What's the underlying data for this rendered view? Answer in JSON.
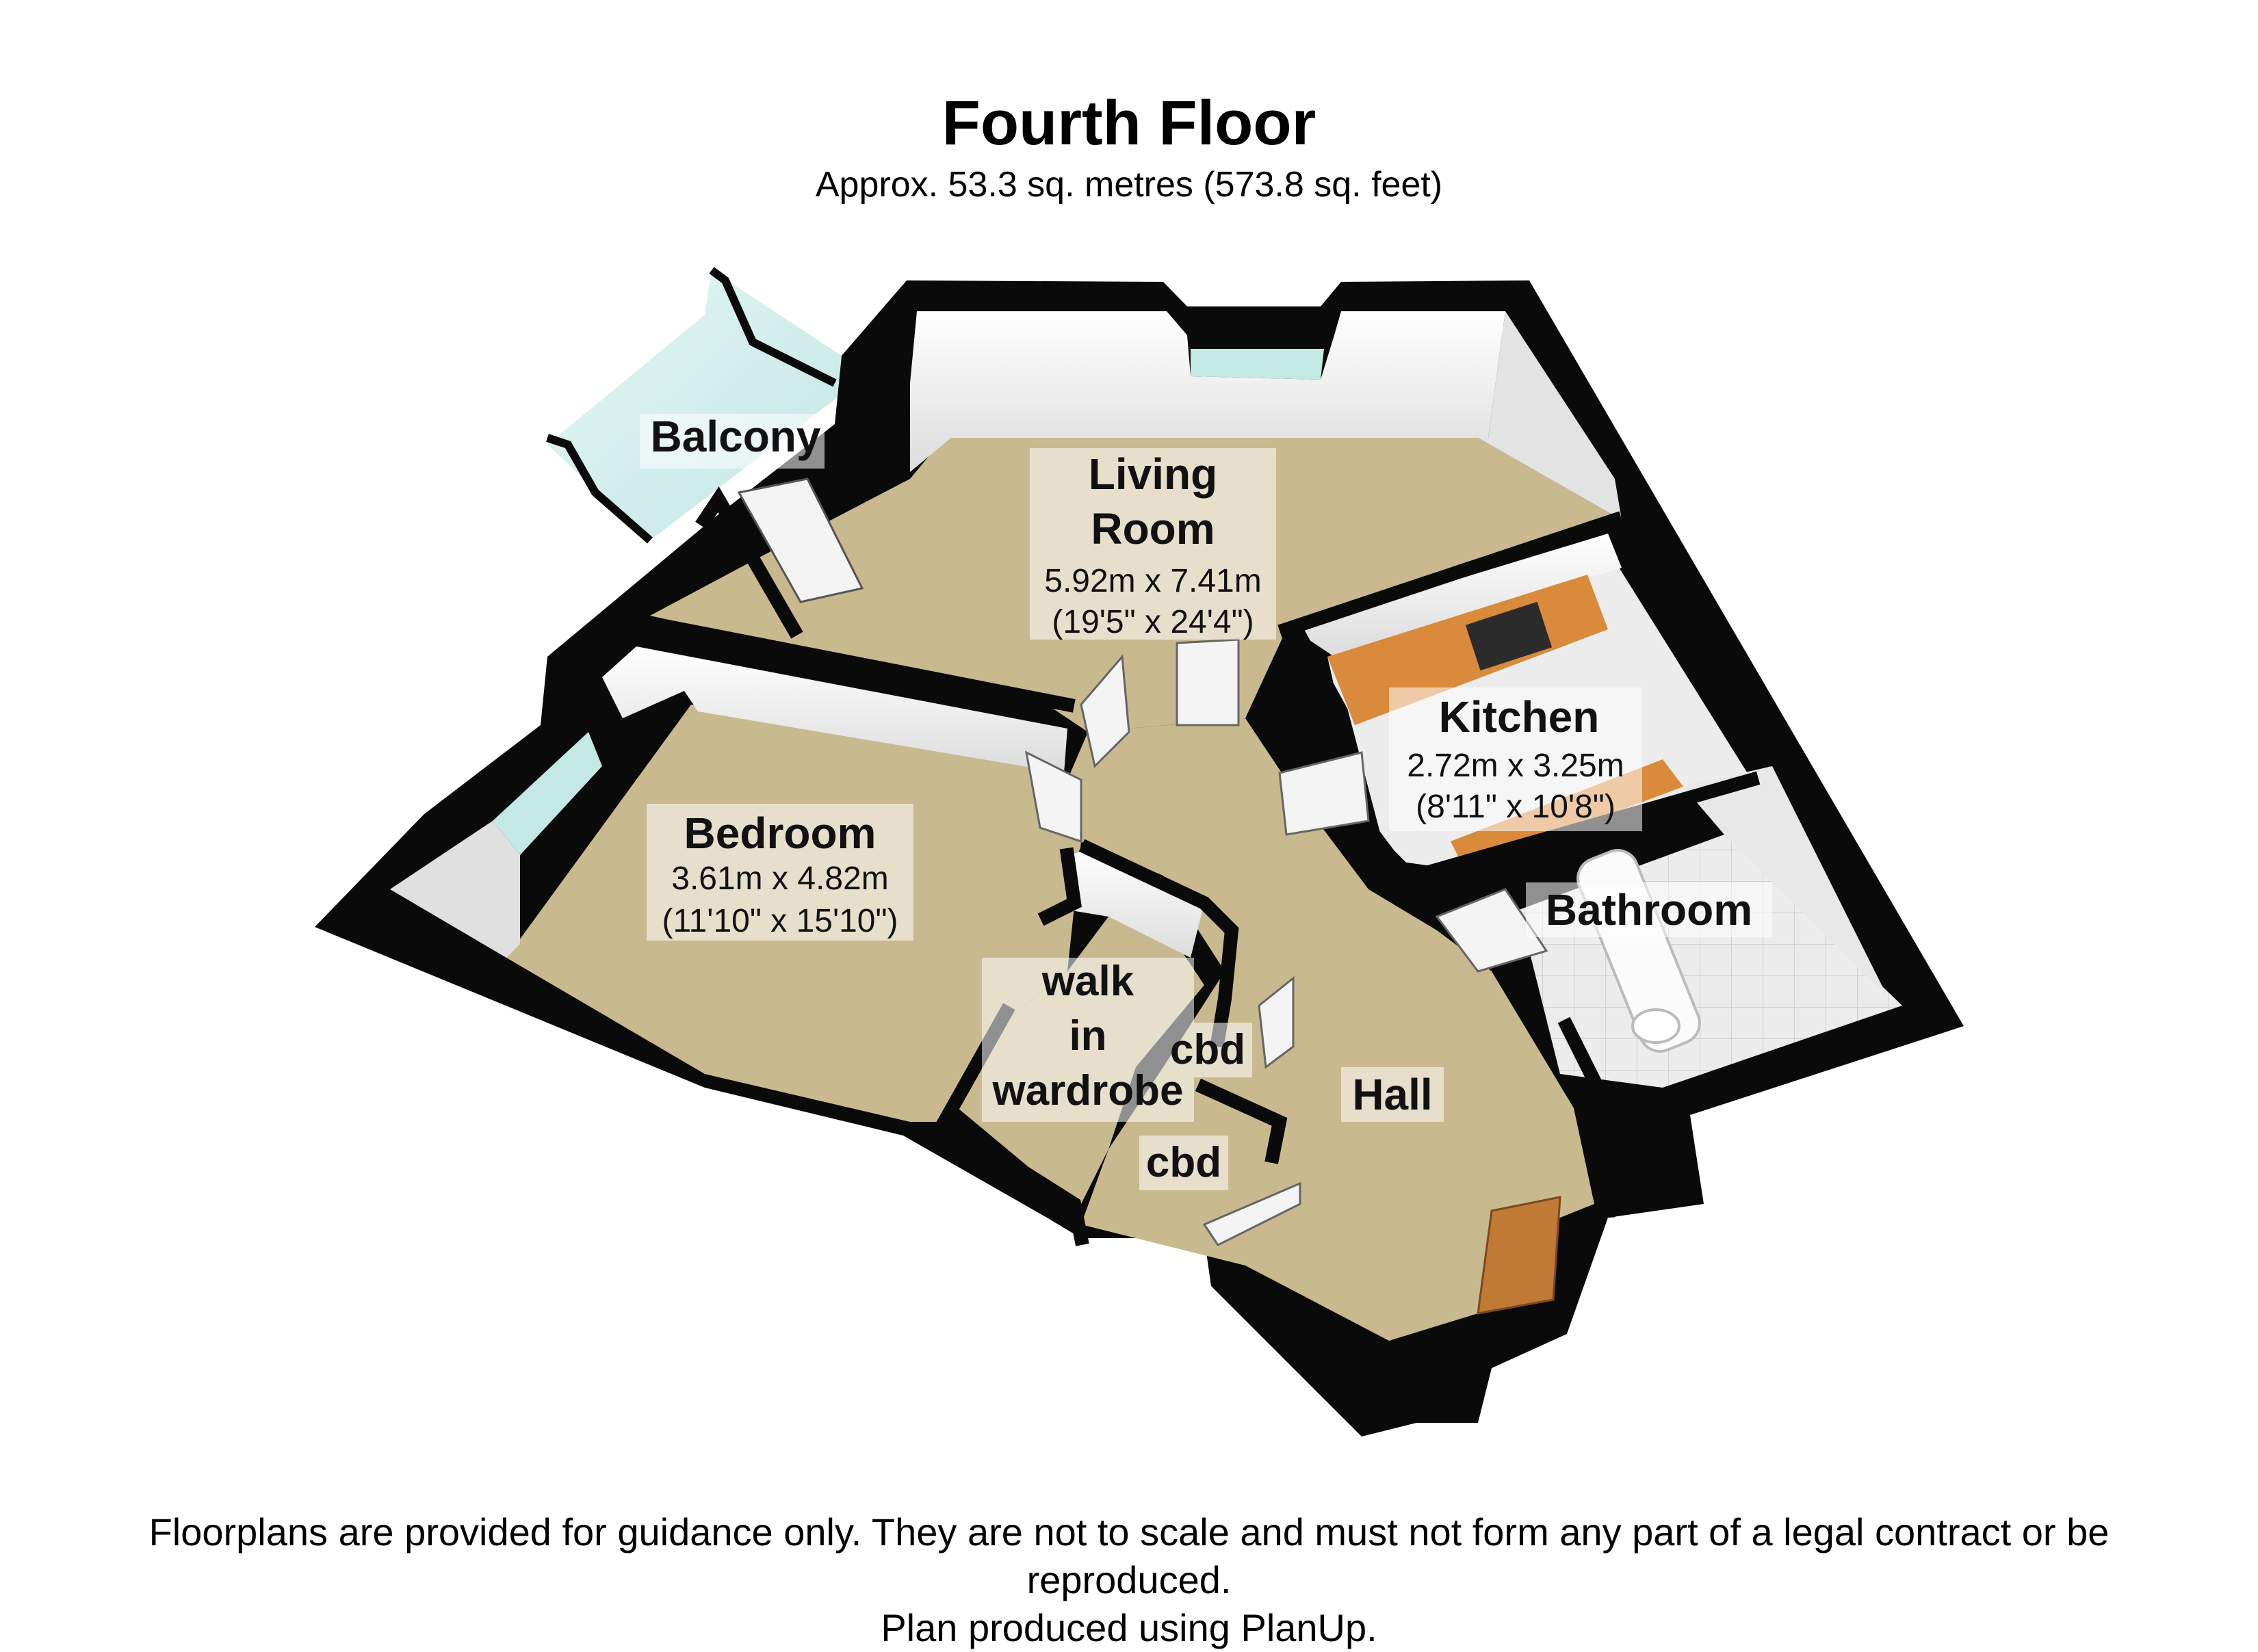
{
  "header": {
    "title": "Fourth Floor",
    "subtitle": "Approx.  53.3 sq. metres (573.8 sq. feet)"
  },
  "rooms": {
    "balcony": {
      "name": "Balcony"
    },
    "living_room": {
      "name_line1": "Living",
      "name_line2": "Room",
      "dim_metric": "5.92m x 7.41m",
      "dim_imperial": "(19'5\" x 24'4\")"
    },
    "kitchen": {
      "name": "Kitchen",
      "dim_metric": "2.72m x 3.25m",
      "dim_imperial": "(8'11\" x 10'8\")"
    },
    "bedroom": {
      "name": "Bedroom",
      "dim_metric": "3.61m x 4.82m",
      "dim_imperial": "(11'10\" x 15'10\")"
    },
    "bathroom": {
      "name": "Bathroom"
    },
    "walk_in_wardrobe": {
      "line1": "walk",
      "line2": "in",
      "line3": "wardrobe"
    },
    "cupboard_1": {
      "name": "cbd"
    },
    "cupboard_2": {
      "name": "cbd"
    },
    "hall": {
      "name": "Hall"
    }
  },
  "footer": {
    "line1": "Floorplans are provided for guidance only. They are not to scale and must not form any part of a legal contract or be",
    "line2": "reproduced.",
    "line3": "Plan produced using PlanUp."
  },
  "colors": {
    "wall": "#0a0a0a",
    "wall_inner": "#f2f2f2",
    "carpet": "#c9b98e",
    "kitchen_floor": "#ececec",
    "bathroom_floor": "#e9e9e9",
    "worktop": "#d98a3a",
    "glass": "#bfe6e3",
    "door_wood": "#c07a35"
  }
}
